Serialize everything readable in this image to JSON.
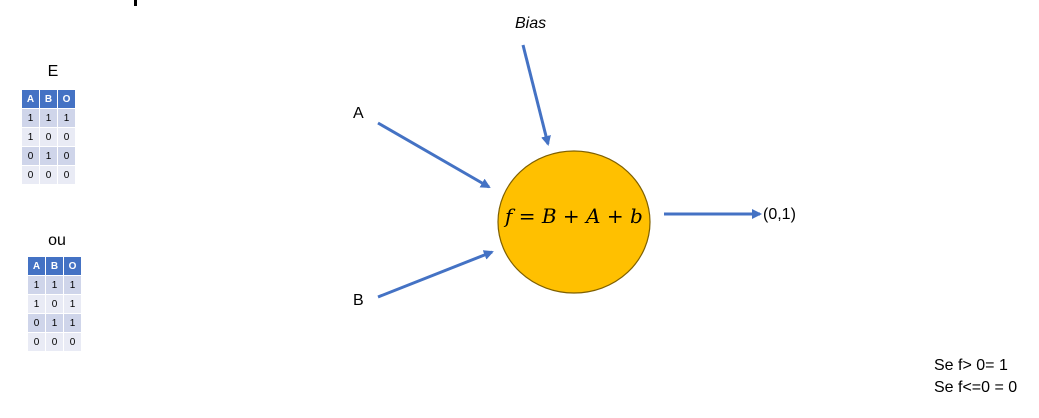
{
  "tables": [
    {
      "title": "E",
      "headers": [
        "A",
        "B",
        "O"
      ],
      "rows": [
        [
          "1",
          "1",
          "1"
        ],
        [
          "1",
          "0",
          "0"
        ],
        [
          "0",
          "1",
          "0"
        ],
        [
          "0",
          "0",
          "0"
        ]
      ]
    },
    {
      "title": "ou",
      "headers": [
        "A",
        "B",
        "O"
      ],
      "rows": [
        [
          "1",
          "1",
          "1"
        ],
        [
          "1",
          "0",
          "1"
        ],
        [
          "0",
          "1",
          "1"
        ],
        [
          "0",
          "0",
          "0"
        ]
      ]
    }
  ],
  "neuron": {
    "bias_label": "Bias",
    "input_a_label": "A",
    "input_b_label": "B",
    "formula": "f = B + A + b",
    "output_label": "(0,1)",
    "fill_color": "#ffc000",
    "border_color": "#7f6000",
    "arrow_color": "#4472c4"
  },
  "rules": {
    "line1": "Se f> 0= 1",
    "line2": "Se f<=0 = 0"
  }
}
